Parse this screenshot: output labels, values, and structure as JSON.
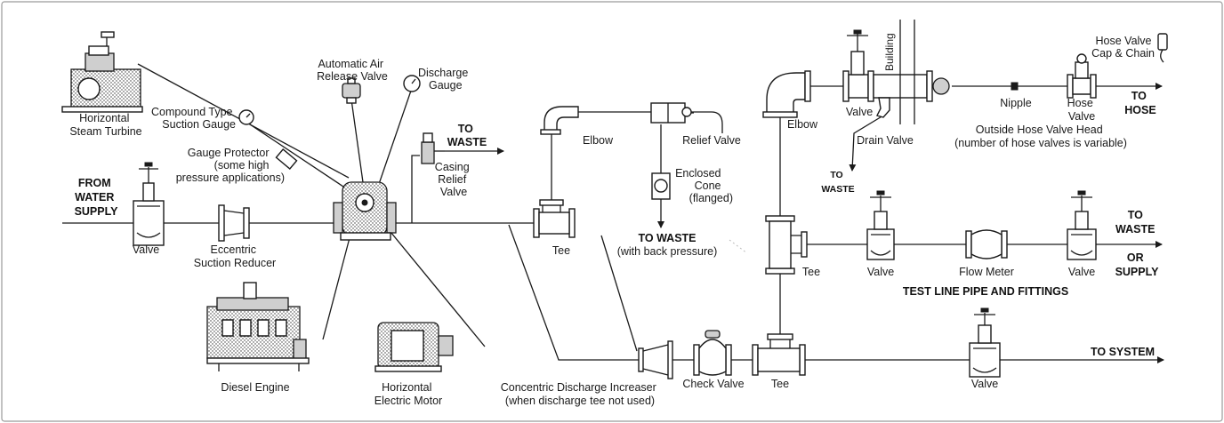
{
  "labels": {
    "horizontal_steam_turbine": [
      "Horizontal",
      "Steam Turbine"
    ],
    "compound_gauge": [
      "Compound Type",
      "Suction Gauge"
    ],
    "gauge_protector": [
      "Gauge Protector",
      "(some high",
      "pressure applications)"
    ],
    "from_water_supply": [
      "FROM",
      "WATER",
      "SUPPLY"
    ],
    "valve": "Valve",
    "eccentric_reducer": [
      "Eccentric",
      "Suction Reducer"
    ],
    "diesel_engine": "Diesel Engine",
    "horizontal_electric_motor": [
      "Horizontal",
      "Electric Motor"
    ],
    "automatic_air_release": [
      "Automatic Air",
      "Release Valve"
    ],
    "discharge_gauge": [
      "Discharge",
      "Gauge"
    ],
    "to_waste": [
      "TO",
      "WASTE"
    ],
    "casing_relief": [
      "Casing",
      "Relief",
      "Valve"
    ],
    "concentric_increaser": [
      "Concentric Discharge Increaser",
      "(when discharge tee not used)"
    ],
    "elbow": "Elbow",
    "relief_valve": "Relief Valve",
    "enclosed_cone": [
      "Enclosed",
      "Cone",
      "(flanged)"
    ],
    "to_waste_back_pressure": [
      "TO WASTE",
      "(with back pressure)"
    ],
    "tee": "Tee",
    "check_valve": "Check Valve",
    "drain_valve": "Drain Valve",
    "building": "Building",
    "nipple": "Nipple",
    "hose_valve": [
      "Hose",
      "Valve"
    ],
    "hose_valve_cap": [
      "Hose Valve",
      "Cap & Chain"
    ],
    "to_hose": [
      "TO",
      "HOSE"
    ],
    "outside_hose_head": [
      "Outside Hose Valve Head",
      "(number of hose valves is variable)"
    ],
    "flow_meter": "Flow Meter",
    "to_waste_or_supply": [
      "TO",
      "WASTE",
      "OR",
      "SUPPLY"
    ],
    "test_line": "TEST LINE PIPE AND FITTINGS",
    "to_system": "TO SYSTEM"
  },
  "colors": {
    "line": "#1a1a1a",
    "shade": "#cfcfcf",
    "frame": "#9a9a9a"
  }
}
